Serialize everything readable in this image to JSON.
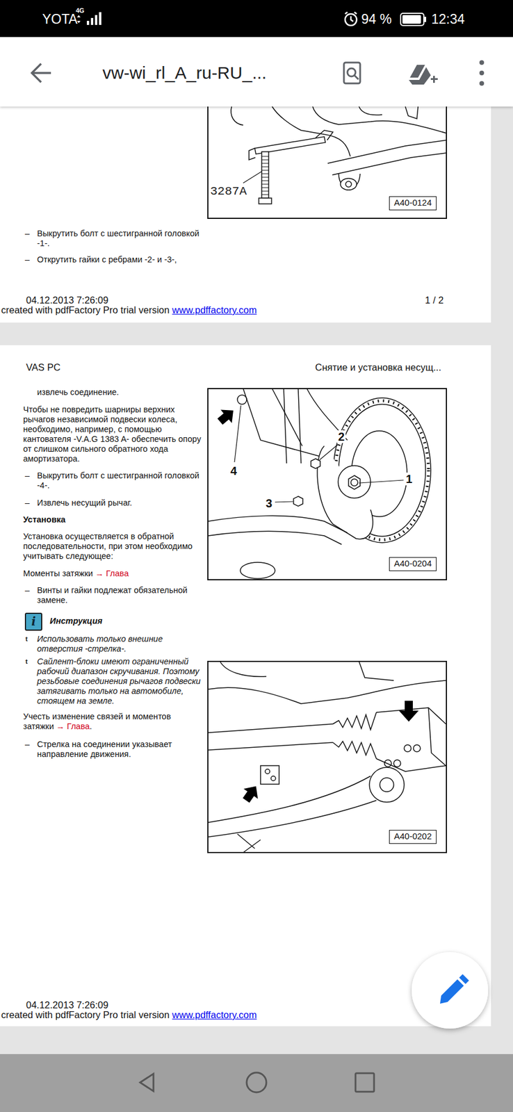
{
  "diagram": {
    "nodes": [
      {
        "text": [
          "A40-0124"
        ]
      },
      {
        "text": [
          "A40-0204"
        ]
      },
      {
        "text": [
          "i"
        ]
      },
      {
        "text": [
          "A40-0202"
        ]
      }
    ],
    "labels": [
      "YOTA",
      "4G",
      "94 %",
      "12:34",
      "vw-wi_rl_A_ru-RU_...",
      "3287A",
      "–",
      "Выкрутить болт с шестигранной головкой -1-.",
      "–",
      "Открутить гайки с ребрами -2- и -3-,",
      "04.12.2013 7:26:09",
      "1 / 2",
      "created with pdfFactory Pro trial version",
      "www.pdffactory.com",
      "VAS PC",
      "Снятие и установка несущ...",
      "извлечь соединение.",
      "Чтобы не повредить шарниры верхних рычагов независимой подвески колеса, необходимо, например, с помощью кантователя -V.A.G 1383 A- обеспечить опору от слишком сильного обратного хода амортизатора.",
      "–",
      "Выкрутить болт с шестигранной головкой -4-.",
      "–",
      "Извлечь несущий рычаг.",
      "Установка",
      "Установка осуществляется в обратной последовательности, при этом необходимо учитывать следующее:",
      "Моменты затяжки",
      "→ Глава",
      "–",
      "Винты и гайки подлежат обязательной замене.",
      "Инструкция",
      "t",
      "Использовать только внешние отверстия -стрелка-.",
      "t",
      "Сайлент-блоки имеют ограниченный рабочий диапазон скручивания. Поэтому резьбовые соединения рычагов подвески затягивать только на автомобиле, стоящем на земле.",
      "Учесть изменение связей и моментов затяжки",
      "→ Глава",
      ".",
      "–",
      "Стрелка на соединении указывает направление движения.",
      "2",
      "4",
      "1",
      "3",
      "04.12.2013 7:26:09",
      "created with pdfFactory Pro trial version",
      "www.pdffactory.com"
    ]
  }
}
